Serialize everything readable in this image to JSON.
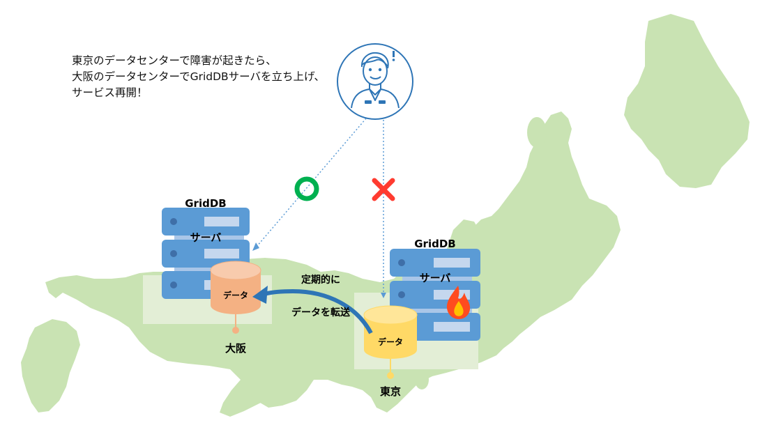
{
  "speech": {
    "line1": "東京のデータセンターで障害が起きたら、",
    "line2": "大阪のデータセンターでGridDBサーバを立ち上げ、",
    "line3": "サービス再開！"
  },
  "osaka": {
    "server_label_1": "GridDB",
    "server_label_2": "サーバ",
    "db_label": "データ",
    "city": "大阪",
    "status_symbol": "circle"
  },
  "tokyo": {
    "server_label_1": "GridDB",
    "server_label_2": "サーバ",
    "db_label": "データ",
    "city": "東京",
    "status_symbol": "cross",
    "fire_icon": "fire-icon"
  },
  "transfer": {
    "line1": "定期的に",
    "line2": "データを転送"
  },
  "colors": {
    "map": "#c9e3b3",
    "region": "#e3eed6",
    "server": "#5b9bd5",
    "server_dark": "#4a86c0",
    "db_osaka": "#f4b183",
    "db_osaka_top": "#f8cbad",
    "db_tokyo": "#ffd966",
    "db_tokyo_top": "#ffe699",
    "arrow": "#2e75b6",
    "ok": "#00b050",
    "ng": "#ff3b30",
    "person_circle": "#2e75b6"
  }
}
